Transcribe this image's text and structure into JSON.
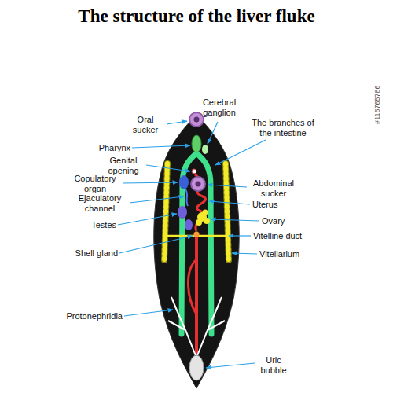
{
  "diagram": {
    "title": "The structure of the liver fluke",
    "labels": [
      "Oral sucker",
      "Cerebral ganglion",
      "The branches of the intestine",
      "Pharynx",
      "Genital opening",
      "Copulatory organ",
      "Ejaculatory channel",
      "Abdominal sucker",
      "Uterus",
      "Testes",
      "Ovary",
      "Shell gland",
      "Vitelline duct",
      "Vitellarium",
      "Protonephridia",
      "Uric bubble",
      "#116765786"
    ]
  }
}
